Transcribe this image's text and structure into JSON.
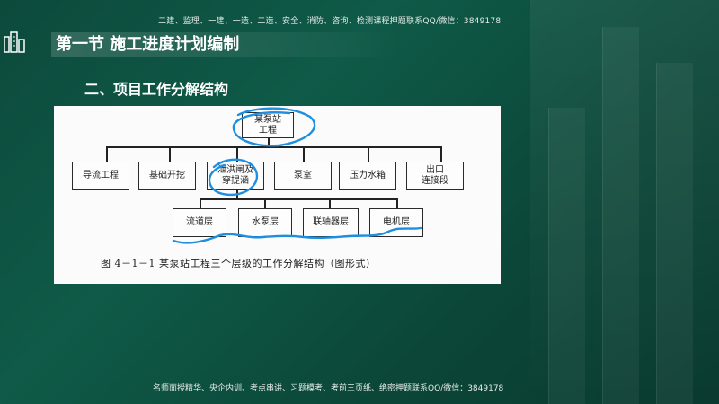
{
  "header": {
    "top_note": "二建、监理、一建、一造、二造、安全、消防、咨询、检测课程押题联系QQ/微信：3849178",
    "title": "第一节  施工进度计划编制"
  },
  "section": {
    "subtitle": "二、项目工作分解结构"
  },
  "figure": {
    "root": "某泵站\n工程",
    "level2": [
      "导流工程",
      "基础开挖",
      "泄洪闸及\n穿提涵",
      "泵室",
      "压力水箱",
      "出口\n连接段"
    ],
    "level3": [
      "流道层",
      "水泵层",
      "联轴器层",
      "电机层"
    ],
    "caption": "图 4－1－1   某泵站工程三个层级的工作分解结构（图形式）"
  },
  "footer": {
    "bottom_note": "名师面授精华、央企内训、考点串讲、习题模考、考前三页纸、绝密押题联系QQ/微信：3849178"
  },
  "colors": {
    "background": "#0f5a48",
    "annotation_ink": "#1e8fe0"
  }
}
